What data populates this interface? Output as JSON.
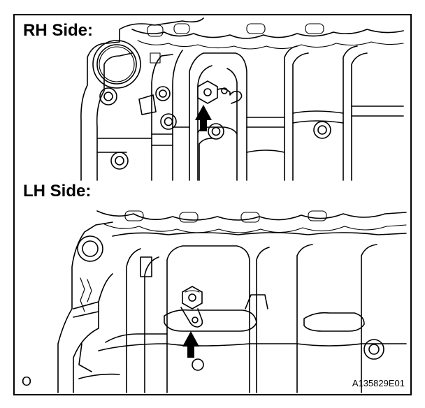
{
  "figure": {
    "panel_top_label": "RH Side:",
    "panel_bottom_label": "LH Side:",
    "view_mark": "O",
    "figure_id": "A135829E01"
  },
  "colors": {
    "line": "#000000",
    "background": "#ffffff"
  }
}
